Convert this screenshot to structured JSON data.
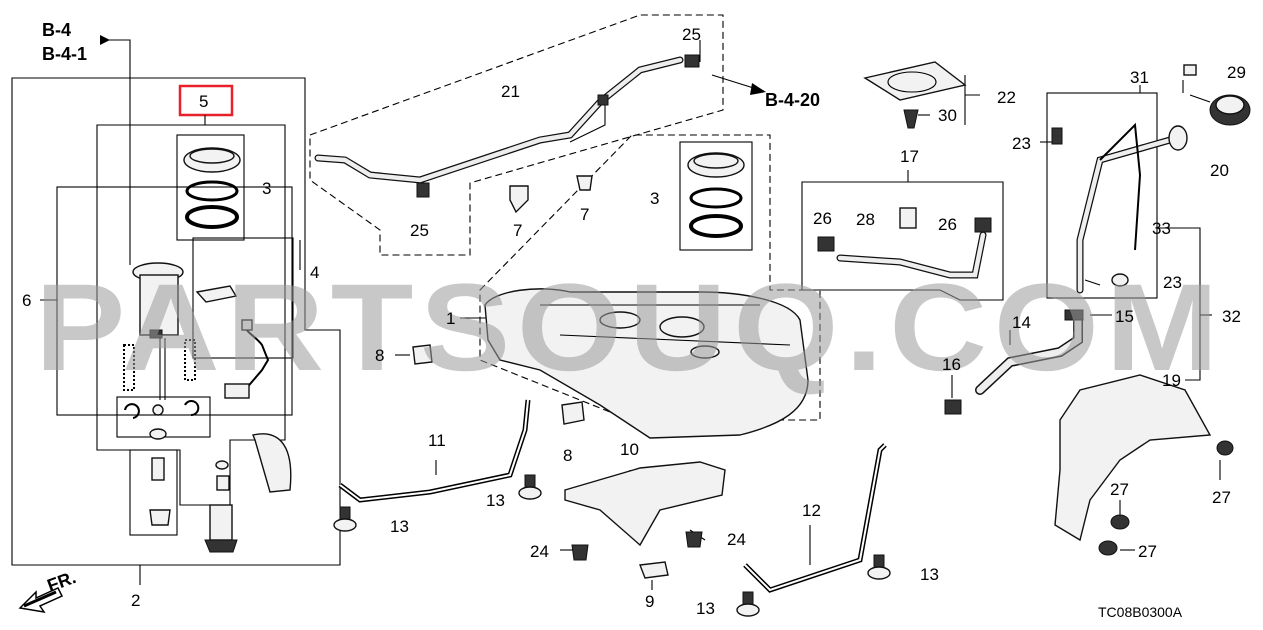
{
  "refs": {
    "b4": "B-4",
    "b41": "B-4-1",
    "b420": "B-4-20",
    "fr": "FR.",
    "diagram_code": "TC08B0300A"
  },
  "watermark": "PARTSOUQ.COM",
  "highlight_color": "#e8202a",
  "part_labels": {
    "p1": "1",
    "p2": "2",
    "p3a": "3",
    "p3b": "3",
    "p4": "4",
    "p5": "5",
    "p6": "6",
    "p7a": "7",
    "p7b": "7",
    "p8a": "8",
    "p8b": "8",
    "p9": "9",
    "p10": "10",
    "p11": "11",
    "p12": "12",
    "p13a": "13",
    "p13b": "13",
    "p13c": "13",
    "p13d": "13",
    "p14": "14",
    "p15": "15",
    "p16": "16",
    "p17": "17",
    "p19": "19",
    "p20": "20",
    "p21": "21",
    "p22": "22",
    "p23a": "23",
    "p23b": "23",
    "p24a": "24",
    "p24b": "24",
    "p25a": "25",
    "p25b": "25",
    "p26a": "26",
    "p26b": "26",
    "p27a": "27",
    "p27b": "27",
    "p27c": "27",
    "p28": "28",
    "p29": "29",
    "p30": "30",
    "p31": "31",
    "p32": "32",
    "p33": "33"
  }
}
